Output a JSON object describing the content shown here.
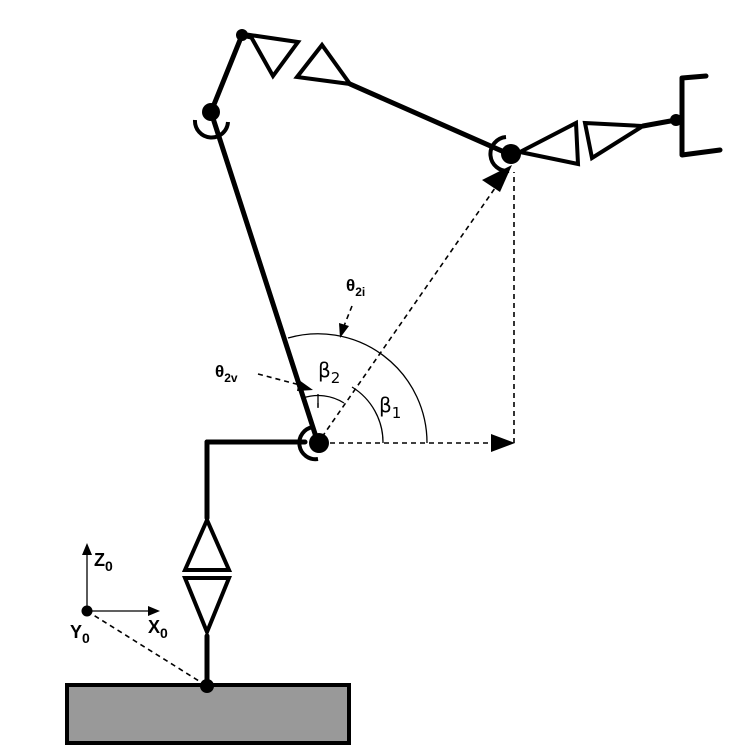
{
  "labels": {
    "theta2i": {
      "base": "θ",
      "sub": "2i"
    },
    "theta2v": {
      "base": "θ",
      "sub": "2v"
    },
    "beta1": {
      "base": "β",
      "sub": "1"
    },
    "beta2": {
      "base": "β",
      "sub": "2"
    },
    "z0": {
      "base": "Z",
      "sub": "0"
    },
    "x0": {
      "base": "X",
      "sub": "0"
    },
    "y0": {
      "base": "Y",
      "sub": "0"
    }
  },
  "colors": {
    "ink": "#000000",
    "base_plate": "#999999",
    "background": "#ffffff"
  }
}
